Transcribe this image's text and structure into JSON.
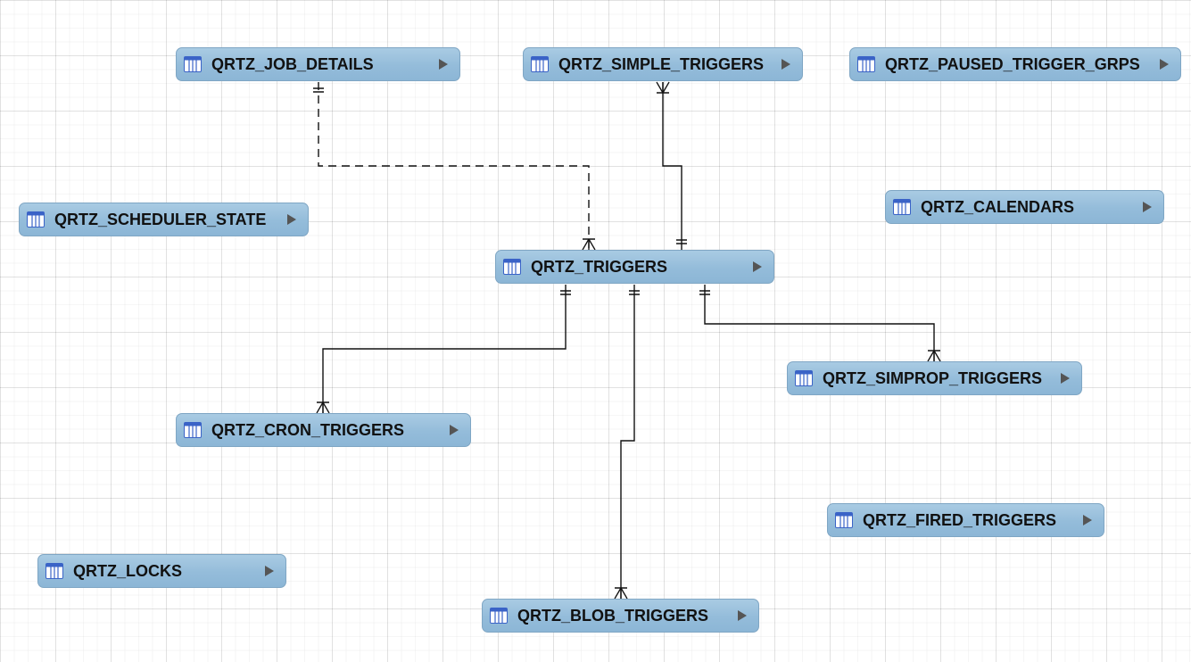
{
  "diagram": {
    "entities": [
      {
        "id": "job_details",
        "name": "QRTZ_JOB_DETAILS"
      },
      {
        "id": "simple_triggers",
        "name": "QRTZ_SIMPLE_TRIGGERS"
      },
      {
        "id": "paused_groups",
        "name": "QRTZ_PAUSED_TRIGGER_GRPS"
      },
      {
        "id": "scheduler_state",
        "name": "QRTZ_SCHEDULER_STATE"
      },
      {
        "id": "calendars",
        "name": "QRTZ_CALENDARS"
      },
      {
        "id": "triggers",
        "name": "QRTZ_TRIGGERS"
      },
      {
        "id": "simprop_triggers",
        "name": "QRTZ_SIMPROP_TRIGGERS"
      },
      {
        "id": "cron_triggers",
        "name": "QRTZ_CRON_TRIGGERS"
      },
      {
        "id": "fired_triggers",
        "name": "QRTZ_FIRED_TRIGGERS"
      },
      {
        "id": "locks",
        "name": "QRTZ_LOCKS"
      },
      {
        "id": "blob_triggers",
        "name": "QRTZ_BLOB_TRIGGERS"
      }
    ],
    "relations": [
      {
        "from": "job_details",
        "to": "triggers",
        "from_cardinality": "one",
        "to_cardinality": "many",
        "style": "dashed"
      },
      {
        "from": "triggers",
        "to": "simple_triggers",
        "from_cardinality": "one",
        "to_cardinality": "many",
        "style": "solid"
      },
      {
        "from": "triggers",
        "to": "cron_triggers",
        "from_cardinality": "one",
        "to_cardinality": "many",
        "style": "solid"
      },
      {
        "from": "triggers",
        "to": "blob_triggers",
        "from_cardinality": "one",
        "to_cardinality": "many",
        "style": "solid"
      },
      {
        "from": "triggers",
        "to": "simprop_triggers",
        "from_cardinality": "one",
        "to_cardinality": "many",
        "style": "solid"
      }
    ],
    "colors": {
      "entity_fill": "#94bcda",
      "entity_border": "#7fa6c4",
      "line": "#111111",
      "icon": "#3a63c7"
    },
    "icons": {
      "entity": "table-icon",
      "expand": "expand-arrow-icon"
    }
  }
}
